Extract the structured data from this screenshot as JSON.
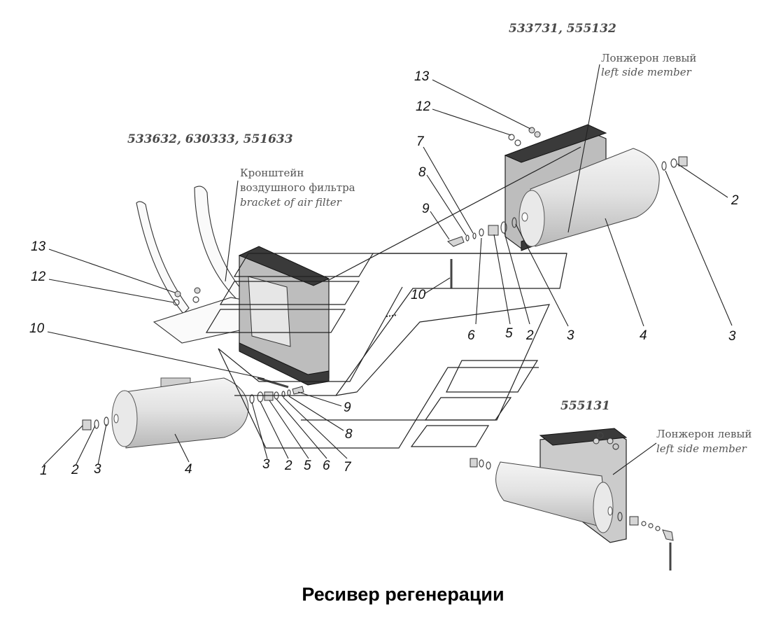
{
  "title": "Ресивер регенерации",
  "variants": {
    "top_right": "533731, 555132",
    "left": "533632, 630333, 551633",
    "bottom_right": "555131"
  },
  "notes": {
    "side_member_1_ru": "Лонжерон левый",
    "side_member_1_en": "left side member",
    "bracket_ru_1": "Кронштейн",
    "bracket_ru_2": "воздушного фильтра",
    "bracket_en": "bracket of air filter",
    "side_member_2_ru": "Лонжерон левый",
    "side_member_2_en": "left side member"
  },
  "callouts": {
    "c13a": "13",
    "c12a": "12",
    "c7a": "7",
    "c8a": "8",
    "c9a": "9",
    "c10a": "10",
    "c2a": "2",
    "c6a": "6",
    "c5a": "5",
    "c2b": "2",
    "c3a": "3",
    "c4a": "4",
    "c3b": "3",
    "c13b": "13",
    "c12b": "12",
    "c10b": "10",
    "c9b": "9",
    "c8b": "8",
    "c1": "1",
    "c2c": "2",
    "c3c": "3",
    "c4b": "4",
    "c3d": "3",
    "c2d": "2",
    "c5b": "5",
    "c6b": "6",
    "c7b": "7"
  }
}
